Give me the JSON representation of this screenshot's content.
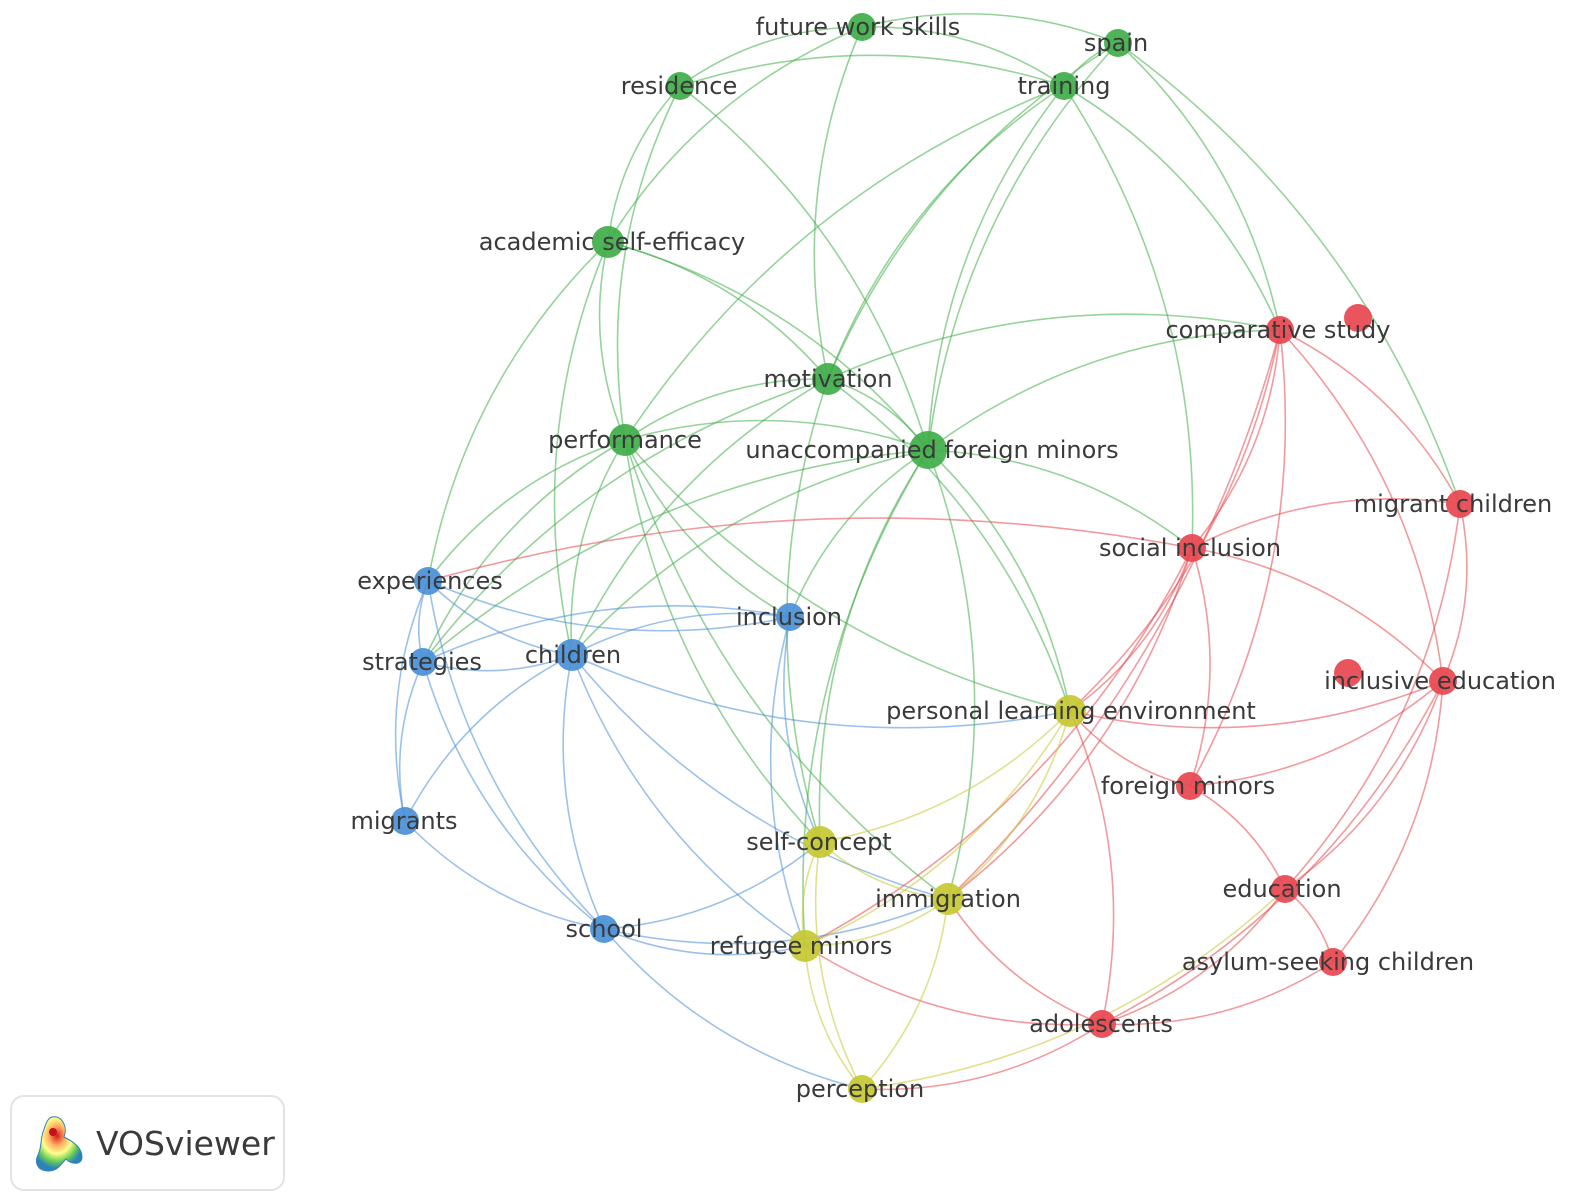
{
  "branding": {
    "name": "VOSviewer",
    "logo_icon": "vosviewer-logo-icon"
  },
  "clusters": {
    "red": "#e8474f",
    "green": "#3fae49",
    "blue": "#4a90d9",
    "yellow": "#c6c832"
  },
  "nodes": [
    {
      "id": "future-work-skills",
      "label": "future work skills",
      "cluster": "green",
      "weight": 2
    },
    {
      "id": "spain",
      "label": "spain",
      "cluster": "green",
      "weight": 2
    },
    {
      "id": "residence",
      "label": "residence",
      "cluster": "green",
      "weight": 2
    },
    {
      "id": "training",
      "label": "training",
      "cluster": "green",
      "weight": 2
    },
    {
      "id": "academic-self-efficacy",
      "label": "academic self-efficacy",
      "cluster": "green",
      "weight": 3
    },
    {
      "id": "motivation",
      "label": "motivation",
      "cluster": "green",
      "weight": 3
    },
    {
      "id": "performance",
      "label": "performance",
      "cluster": "green",
      "weight": 3
    },
    {
      "id": "unaccompanied-foreign-minors",
      "label": "unaccompanied foreign minors",
      "cluster": "green",
      "weight": 4
    },
    {
      "id": "comparative-study",
      "label": "comparative study",
      "cluster": "red",
      "weight": 2
    },
    {
      "id": "migrant-children",
      "label": "migrant children",
      "cluster": "red",
      "weight": 2
    },
    {
      "id": "social-inclusion",
      "label": "social inclusion",
      "cluster": "red",
      "weight": 2
    },
    {
      "id": "inclusive-education",
      "label": "inclusive education",
      "cluster": "red",
      "weight": 2
    },
    {
      "id": "foreign-minors",
      "label": "foreign minors",
      "cluster": "red",
      "weight": 2
    },
    {
      "id": "education",
      "label": "education",
      "cluster": "red",
      "weight": 2
    },
    {
      "id": "asylum-seeking-children",
      "label": "asylum-seeking children",
      "cluster": "red",
      "weight": 2
    },
    {
      "id": "adolescents",
      "label": "adolescents",
      "cluster": "red",
      "weight": 2
    },
    {
      "id": "experiences",
      "label": "experiences",
      "cluster": "blue",
      "weight": 2
    },
    {
      "id": "inclusion",
      "label": "inclusion",
      "cluster": "blue",
      "weight": 2
    },
    {
      "id": "strategies",
      "label": "strategies",
      "cluster": "blue",
      "weight": 2
    },
    {
      "id": "children",
      "label": "children",
      "cluster": "blue",
      "weight": 3
    },
    {
      "id": "migrants",
      "label": "migrants",
      "cluster": "blue",
      "weight": 2
    },
    {
      "id": "school",
      "label": "school",
      "cluster": "blue",
      "weight": 2
    },
    {
      "id": "personal-learning-environment",
      "label": "personal learning environment",
      "cluster": "yellow",
      "weight": 3
    },
    {
      "id": "self-concept",
      "label": "self-concept",
      "cluster": "yellow",
      "weight": 3
    },
    {
      "id": "immigration",
      "label": "immigration",
      "cluster": "yellow",
      "weight": 3
    },
    {
      "id": "refugee-minors",
      "label": "refugee minors",
      "cluster": "yellow",
      "weight": 3
    },
    {
      "id": "perception",
      "label": "perception",
      "cluster": "yellow",
      "weight": 2
    }
  ],
  "links": [
    [
      "future-work-skills",
      "residence"
    ],
    [
      "future-work-skills",
      "spain"
    ],
    [
      "future-work-skills",
      "training"
    ],
    [
      "future-work-skills",
      "motivation"
    ],
    [
      "future-work-skills",
      "academic-self-efficacy"
    ],
    [
      "spain",
      "training"
    ],
    [
      "spain",
      "comparative-study"
    ],
    [
      "spain",
      "migrant-children"
    ],
    [
      "spain",
      "unaccompanied-foreign-minors"
    ],
    [
      "spain",
      "motivation"
    ],
    [
      "residence",
      "academic-self-efficacy"
    ],
    [
      "residence",
      "performance"
    ],
    [
      "residence",
      "unaccompanied-foreign-minors"
    ],
    [
      "residence",
      "training"
    ],
    [
      "training",
      "motivation"
    ],
    [
      "training",
      "unaccompanied-foreign-minors"
    ],
    [
      "training",
      "comparative-study"
    ],
    [
      "training",
      "social-inclusion"
    ],
    [
      "training",
      "performance"
    ],
    [
      "academic-self-efficacy",
      "motivation"
    ],
    [
      "academic-self-efficacy",
      "performance"
    ],
    [
      "academic-self-efficacy",
      "unaccompanied-foreign-minors"
    ],
    [
      "academic-self-efficacy",
      "experiences"
    ],
    [
      "academic-self-efficacy",
      "children"
    ],
    [
      "motivation",
      "performance"
    ],
    [
      "motivation",
      "unaccompanied-foreign-minors"
    ],
    [
      "motivation",
      "children"
    ],
    [
      "motivation",
      "strategies"
    ],
    [
      "motivation",
      "self-concept"
    ],
    [
      "motivation",
      "personal-learning-environment"
    ],
    [
      "motivation",
      "comparative-study"
    ],
    [
      "performance",
      "unaccompanied-foreign-minors"
    ],
    [
      "performance",
      "experiences"
    ],
    [
      "performance",
      "children"
    ],
    [
      "performance",
      "inclusion"
    ],
    [
      "performance",
      "strategies"
    ],
    [
      "performance",
      "self-concept"
    ],
    [
      "performance",
      "personal-learning-environment"
    ],
    [
      "performance",
      "immigration"
    ],
    [
      "unaccompanied-foreign-minors",
      "self-concept"
    ],
    [
      "unaccompanied-foreign-minors",
      "immigration"
    ],
    [
      "unaccompanied-foreign-minors",
      "refugee-minors"
    ],
    [
      "unaccompanied-foreign-minors",
      "personal-learning-environment"
    ],
    [
      "unaccompanied-foreign-minors",
      "comparative-study"
    ],
    [
      "unaccompanied-foreign-minors",
      "social-inclusion"
    ],
    [
      "unaccompanied-foreign-minors",
      "children"
    ],
    [
      "unaccompanied-foreign-minors",
      "inclusion"
    ],
    [
      "unaccompanied-foreign-minors",
      "strategies"
    ],
    [
      "comparative-study",
      "migrant-children"
    ],
    [
      "comparative-study",
      "social-inclusion"
    ],
    [
      "comparative-study",
      "inclusive-education"
    ],
    [
      "comparative-study",
      "foreign-minors"
    ],
    [
      "comparative-study",
      "personal-learning-environment"
    ],
    [
      "comparative-study",
      "immigration"
    ],
    [
      "migrant-children",
      "social-inclusion"
    ],
    [
      "migrant-children",
      "inclusive-education"
    ],
    [
      "migrant-children",
      "education"
    ],
    [
      "social-inclusion",
      "inclusive-education"
    ],
    [
      "social-inclusion",
      "foreign-minors"
    ],
    [
      "social-inclusion",
      "personal-learning-environment"
    ],
    [
      "social-inclusion",
      "immigration"
    ],
    [
      "social-inclusion",
      "experiences"
    ],
    [
      "social-inclusion",
      "refugee-minors"
    ],
    [
      "inclusive-education",
      "foreign-minors"
    ],
    [
      "inclusive-education",
      "education"
    ],
    [
      "inclusive-education",
      "asylum-seeking-children"
    ],
    [
      "inclusive-education",
      "adolescents"
    ],
    [
      "inclusive-education",
      "personal-learning-environment"
    ],
    [
      "foreign-minors",
      "education"
    ],
    [
      "foreign-minors",
      "personal-learning-environment"
    ],
    [
      "education",
      "asylum-seeking-children"
    ],
    [
      "education",
      "adolescents"
    ],
    [
      "asylum-seeking-children",
      "adolescents"
    ],
    [
      "adolescents",
      "immigration"
    ],
    [
      "adolescents",
      "refugee-minors"
    ],
    [
      "adolescents",
      "perception"
    ],
    [
      "adolescents",
      "personal-learning-environment"
    ],
    [
      "experiences",
      "strategies"
    ],
    [
      "experiences",
      "children"
    ],
    [
      "experiences",
      "inclusion"
    ],
    [
      "experiences",
      "migrants"
    ],
    [
      "experiences",
      "school"
    ],
    [
      "strategies",
      "children"
    ],
    [
      "strategies",
      "migrants"
    ],
    [
      "strategies",
      "school"
    ],
    [
      "strategies",
      "inclusion"
    ],
    [
      "children",
      "inclusion"
    ],
    [
      "children",
      "school"
    ],
    [
      "children",
      "migrants"
    ],
    [
      "children",
      "personal-learning-environment"
    ],
    [
      "children",
      "immigration"
    ],
    [
      "children",
      "refugee-minors"
    ],
    [
      "migrants",
      "school"
    ],
    [
      "school",
      "refugee-minors"
    ],
    [
      "school",
      "immigration"
    ],
    [
      "school",
      "perception"
    ],
    [
      "school",
      "self-concept"
    ],
    [
      "inclusion",
      "refugee-minors"
    ],
    [
      "inclusion",
      "self-concept"
    ],
    [
      "personal-learning-environment",
      "self-concept"
    ],
    [
      "personal-learning-environment",
      "immigration"
    ],
    [
      "personal-learning-environment",
      "refugee-minors"
    ],
    [
      "self-concept",
      "immigration"
    ],
    [
      "self-concept",
      "refugee-minors"
    ],
    [
      "self-concept",
      "perception"
    ],
    [
      "immigration",
      "refugee-minors"
    ],
    [
      "immigration",
      "perception"
    ],
    [
      "refugee-minors",
      "perception"
    ],
    [
      "perception",
      "education"
    ]
  ]
}
